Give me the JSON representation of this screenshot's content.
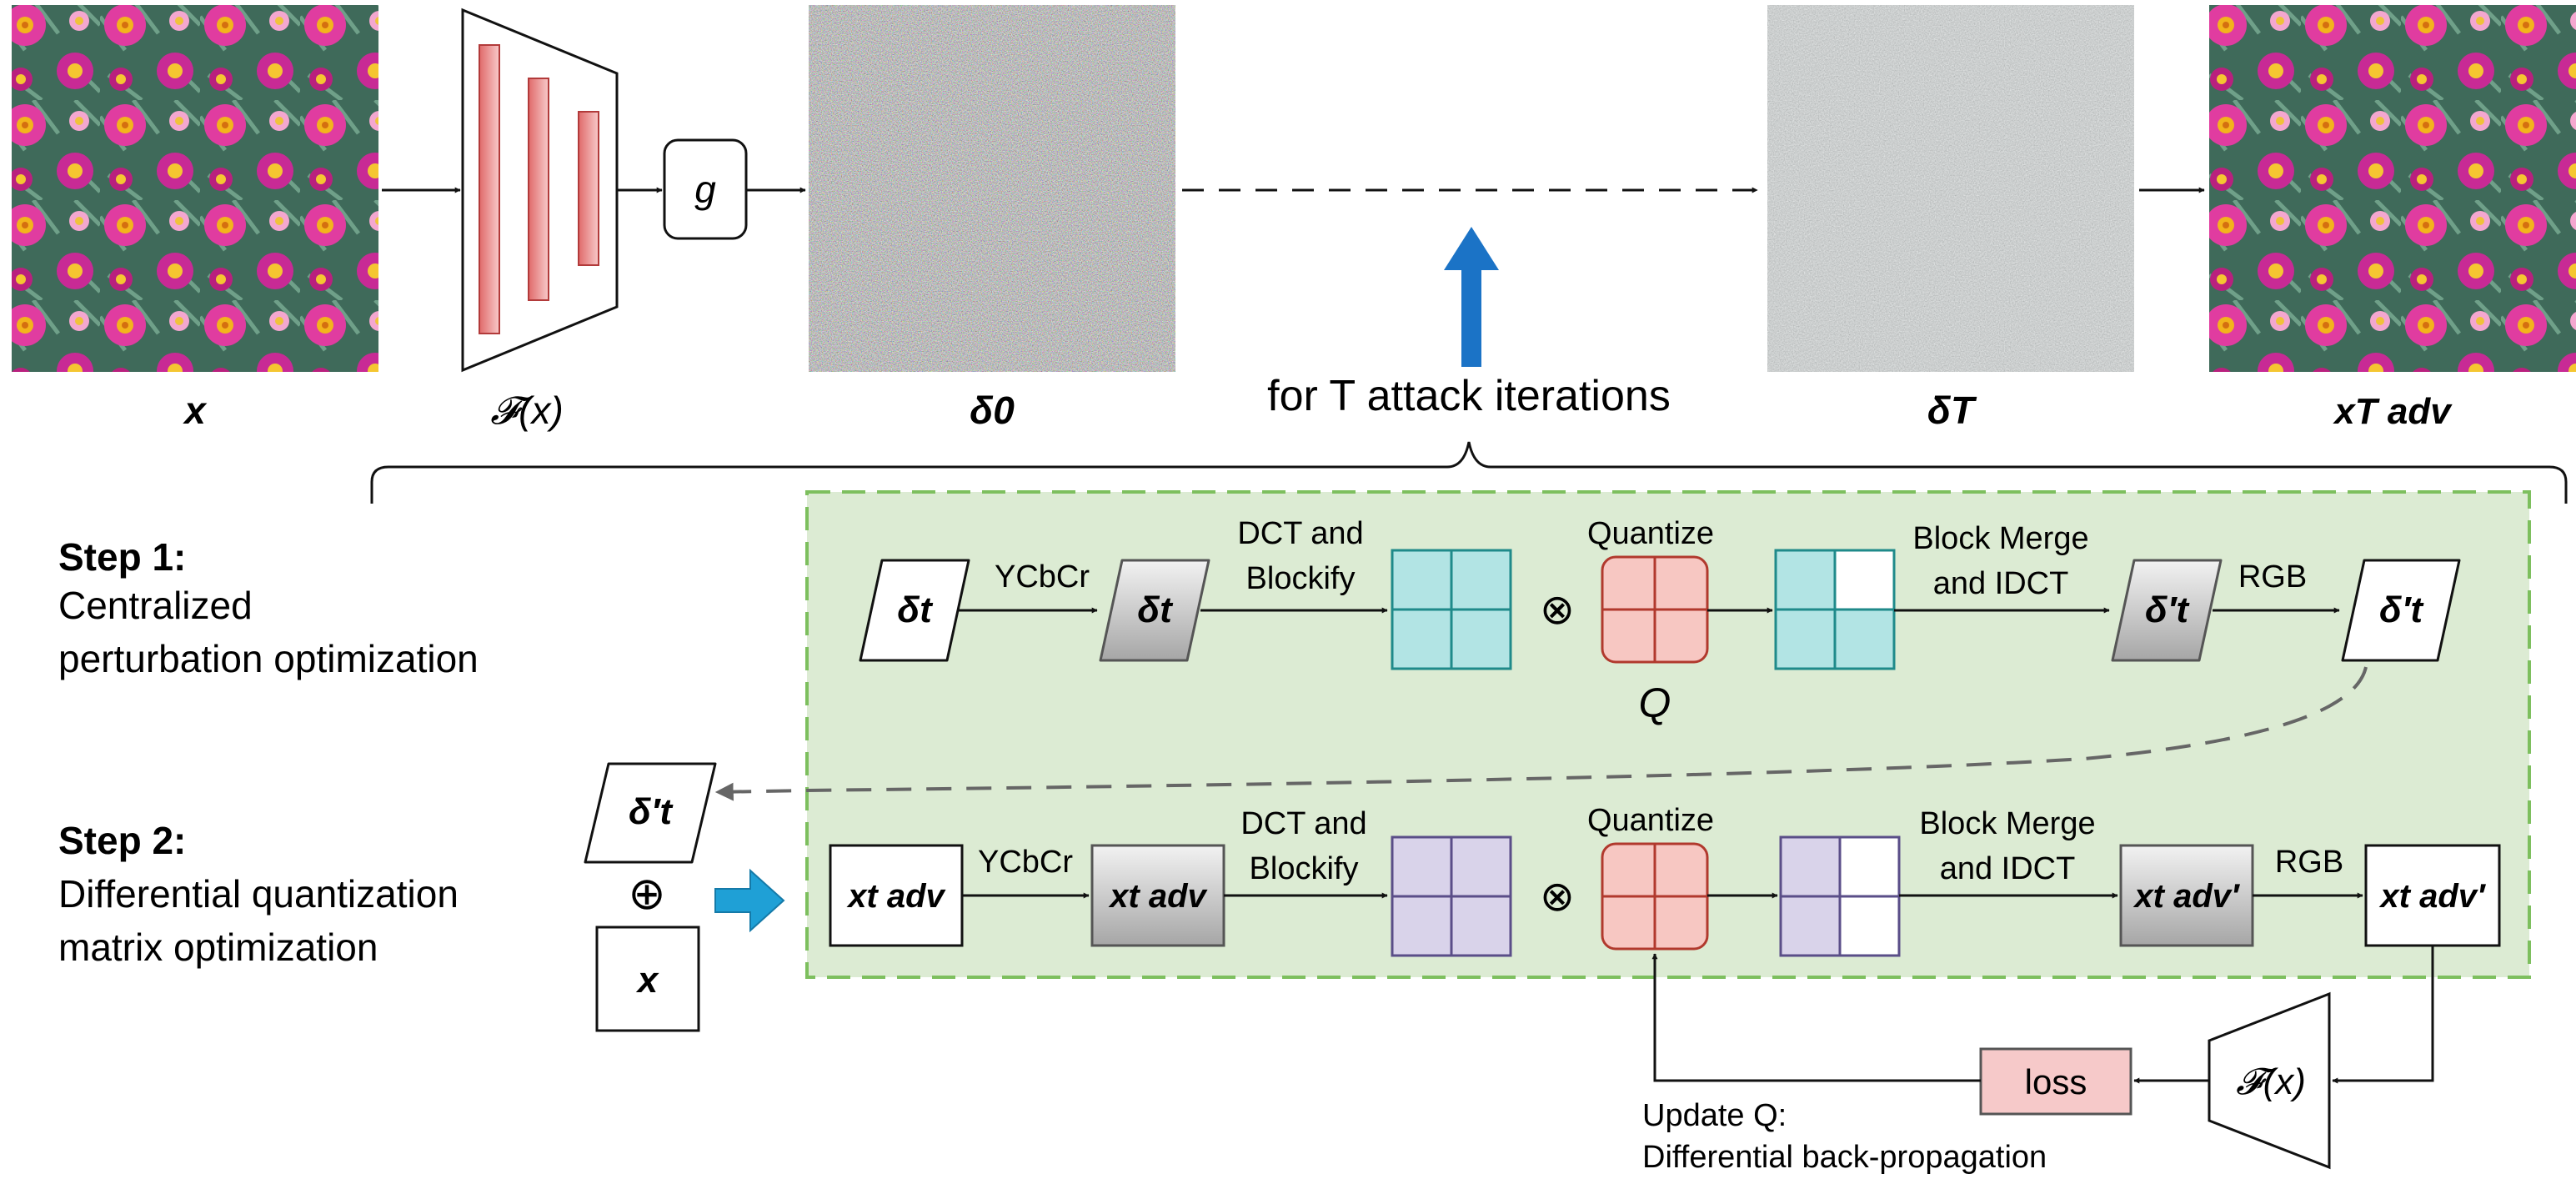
{
  "top_row": {
    "label_x": "x",
    "label_fx": "𝓕(x)",
    "g": "g",
    "label_delta0": "δ0",
    "iterations_text": "for T attack iterations",
    "label_deltaT": "δT",
    "label_xadv": "xT adv"
  },
  "steps": {
    "step1_title": "Step 1:",
    "step1_line1": "Centralized",
    "step1_line2": "perturbation optimization",
    "step2_title": "Step 2:",
    "step2_line1": "Differential quantization",
    "step2_line2": "matrix optimization"
  },
  "row1": {
    "in": "δt",
    "ycbcr": "YCbCr",
    "ycc": "δt",
    "dct1": "DCT and",
    "dct2": "Blockify",
    "quantize": "Quantize",
    "otimes": "⊗",
    "q_label": "Q",
    "merge1": "Block Merge",
    "merge2": "and IDCT",
    "out_ycc": "δ′t",
    "rgb": "RGB",
    "out": "δ′t"
  },
  "row2": {
    "delta_prime": "δ′t",
    "oplus": "⊕",
    "x_box": "x",
    "in": "xt adv",
    "ycbcr": "YCbCr",
    "ycc": "xt adv",
    "dct1": "DCT and",
    "dct2": "Blockify",
    "quantize": "Quantize",
    "otimes": "⊗",
    "merge1": "Block Merge",
    "merge2": "and IDCT",
    "out_ycc": "xt adv′",
    "rgb": "RGB",
    "out": "xt adv′"
  },
  "feedback": {
    "loss": "loss",
    "fx": "𝓕(x)",
    "update1": "Update Q:",
    "update2": "Differential back-propagation"
  },
  "colors": {
    "green_fill": "#dcebd3",
    "green_border": "#7dbf5e",
    "teal_fill": "#b2e4e4",
    "teal_border": "#1f8a8a",
    "lavender_fill": "#d9d3ea",
    "lavender_border": "#5a4e88",
    "red_fill": "#f7c7c2",
    "red_border": "#b1392d",
    "loss_fill": "#f6c9c9",
    "blue_arrow": "#1b73c6",
    "cyan_arrow": "#1fa0d6"
  }
}
